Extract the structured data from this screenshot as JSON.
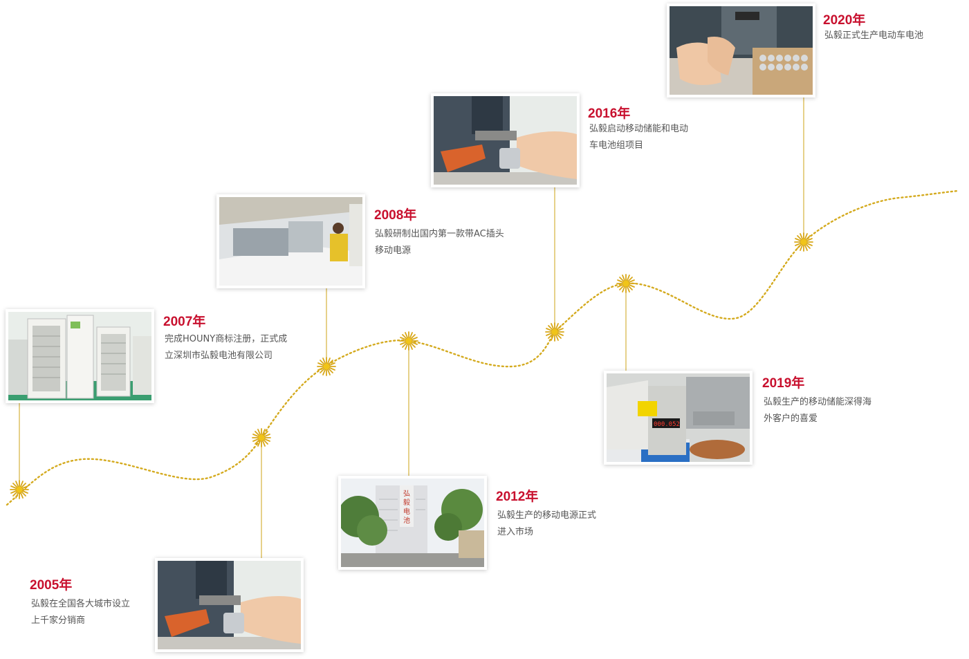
{
  "colors": {
    "year_text": "#c8102e",
    "desc_text": "#555555",
    "curve": "#d4aa1e",
    "connector": "#d9b84a"
  },
  "milestones": [
    {
      "year": "2005年",
      "lines": [
        "弘毅在全国各大城市设立",
        "上千家分销商"
      ],
      "image": "welding-machine-photo"
    },
    {
      "year": "2007年",
      "lines": [
        "完成HOUNY商标注册，正式成",
        "立深圳市弘毅电池有限公司"
      ],
      "image": "battery-racks-photo"
    },
    {
      "year": "2008年",
      "lines": [
        "弘毅研制出国内第一款带AC插头",
        "移动电源"
      ],
      "image": "production-line-photo"
    },
    {
      "year": "2012年",
      "lines": [
        "弘毅生产的移动电源正式",
        "进入市场"
      ],
      "image": "factory-building-photo"
    },
    {
      "year": "2016年",
      "lines": [
        "弘毅启动移动储能和电动",
        "车电池组项目"
      ],
      "image": "welding-machine-photo"
    },
    {
      "year": "2019年",
      "lines": [
        "弘毅生产的移动储能深得海",
        "外客户的喜爱"
      ],
      "image": "power-supply-photo"
    },
    {
      "year": "2020年",
      "lines": [
        "弘毅正式生产电动车电池"
      ],
      "image": "battery-welding-photo"
    }
  ],
  "factory_sign": [
    "弘",
    "毅",
    "电",
    "池"
  ],
  "power_readout": "000.052"
}
